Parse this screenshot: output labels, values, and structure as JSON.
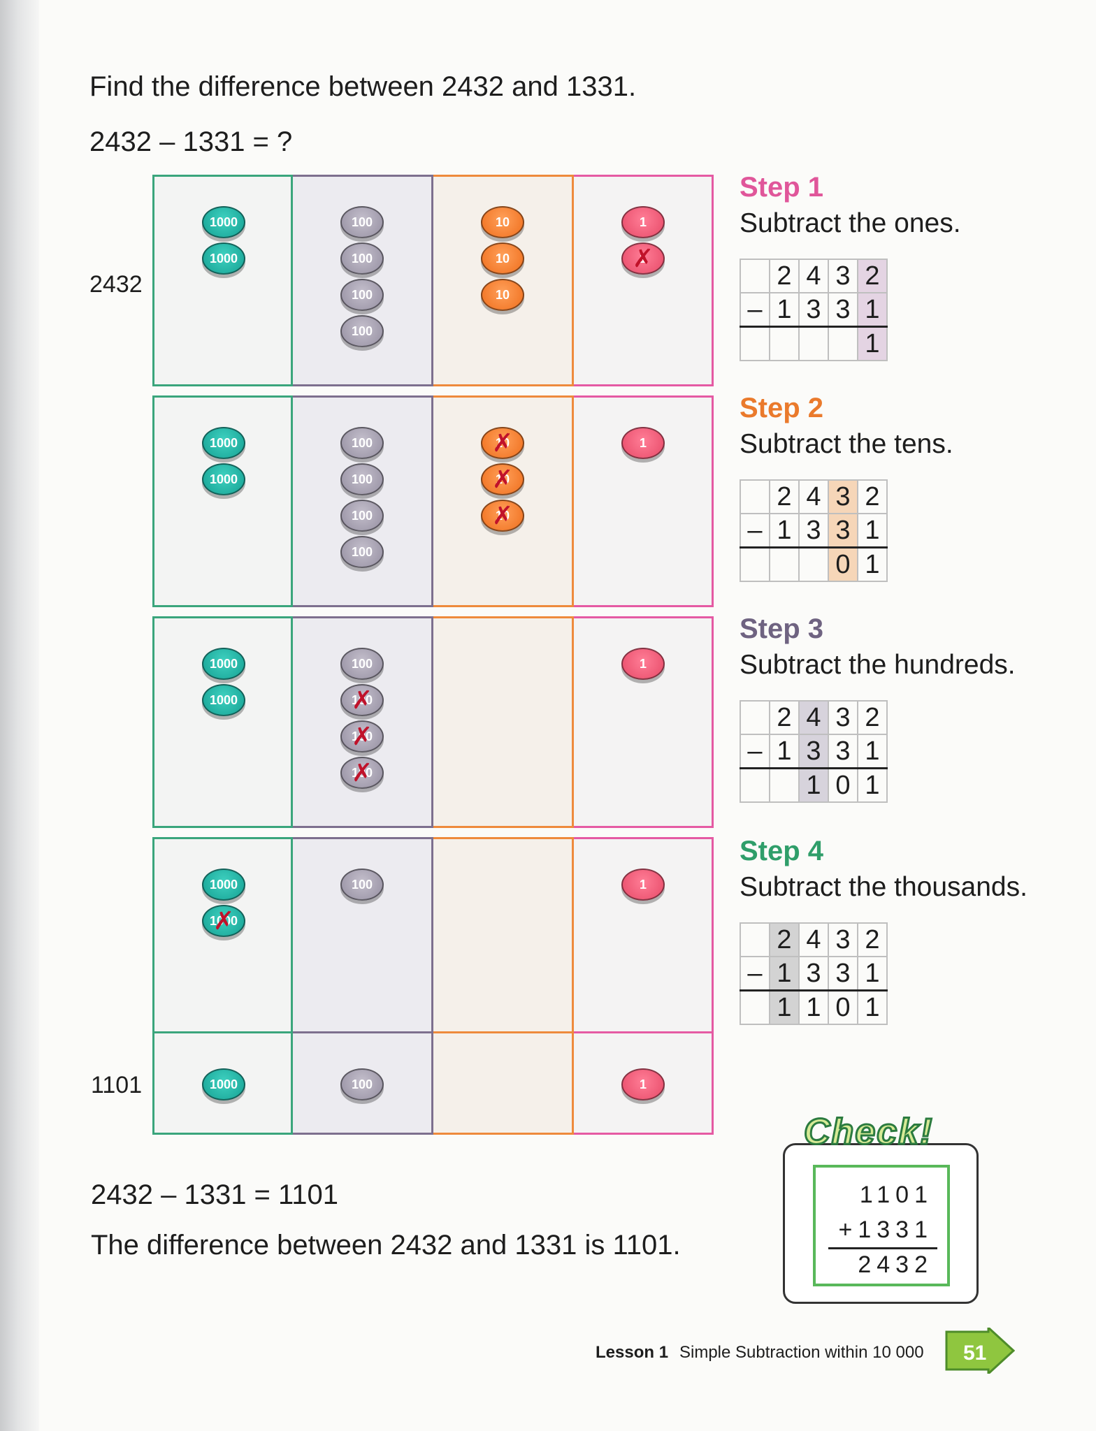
{
  "question": "Find the difference between 2432 and 1331.",
  "equation": "2432 – 1331 = ?",
  "labels": {
    "top": "2432",
    "bottom": "1101"
  },
  "discs": {
    "thousand": "1000",
    "hundred": "100",
    "ten": "10",
    "one": "1"
  },
  "cross_mark": "✗",
  "steps": [
    {
      "title": "Step 1",
      "color": "#e0569a",
      "desc": "Subtract the ones.",
      "rows": [
        [
          "",
          "2",
          "4",
          "3",
          "2"
        ],
        [
          "–",
          "1",
          "3",
          "3",
          "1"
        ],
        [
          "",
          "",
          "",
          "",
          "1"
        ]
      ]
    },
    {
      "title": "Step 2",
      "color": "#ea7a2c",
      "desc": "Subtract the tens.",
      "rows": [
        [
          "",
          "2",
          "4",
          "3",
          "2"
        ],
        [
          "–",
          "1",
          "3",
          "3",
          "1"
        ],
        [
          "",
          "",
          "",
          "0",
          "1"
        ]
      ]
    },
    {
      "title": "Step 3",
      "color": "#6f6381",
      "desc": "Subtract the hundreds.",
      "rows": [
        [
          "",
          "2",
          "4",
          "3",
          "2"
        ],
        [
          "–",
          "1",
          "3",
          "3",
          "1"
        ],
        [
          "",
          "",
          "1",
          "0",
          "1"
        ]
      ]
    },
    {
      "title": "Step 4",
      "color": "#2f9e6a",
      "desc": "Subtract the thousands.",
      "rows": [
        [
          "",
          "2",
          "4",
          "3",
          "2"
        ],
        [
          "–",
          "1",
          "3",
          "3",
          "1"
        ],
        [
          "",
          "1",
          "1",
          "0",
          "1"
        ]
      ]
    }
  ],
  "result_equation": "2432 – 1331 = 1101",
  "conclusion": "The difference between 2432 and 1331 is 1101.",
  "check": {
    "title": "Check!",
    "line1": "1101",
    "line2": "+1331",
    "line3": "2432"
  },
  "footer": {
    "lesson": "Lesson 1",
    "topic": "Simple Subtraction within 10 000",
    "page": "51"
  },
  "colors": {
    "thousands": "#3aa57c",
    "hundreds": "#7d6f8e",
    "tens": "#ee8a3c",
    "ones": "#e55aa3"
  }
}
